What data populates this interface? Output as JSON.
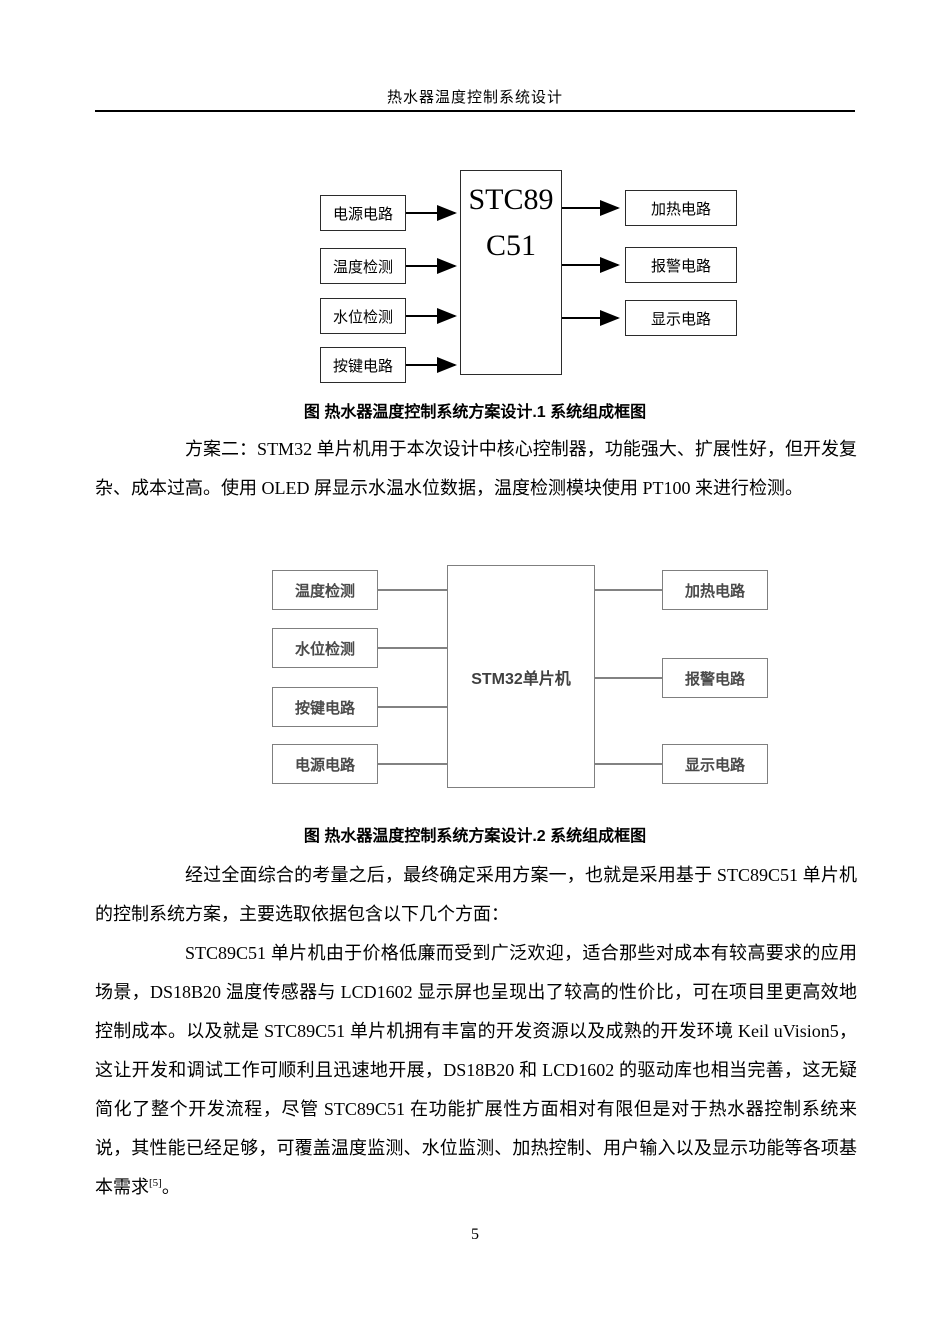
{
  "page": {
    "header_title": "热水器温度控制系统设计",
    "page_number": "5"
  },
  "diagram1": {
    "left_boxes": [
      "电源电路",
      "温度检测",
      "水位检测",
      "按键电路"
    ],
    "center_lines": [
      "STC89",
      "C51"
    ],
    "right_boxes": [
      "加热电路",
      "报警电路",
      "显示电路"
    ],
    "caption": "图 热水器温度控制系统方案设计.1 系统组成框图"
  },
  "paragraph1": "方案二：STM32 单片机用于本次设计中核心控制器，功能强大、扩展性好，但开发复杂、成本过高。使用 OLED 屏显示水温水位数据，温度检测模块使用 PT100 来进行检测。",
  "diagram2": {
    "left_boxes": [
      "温度检测",
      "水位检测",
      "按键电路",
      "电源电路"
    ],
    "center_label": "STM32单片机",
    "right_boxes": [
      "加热电路",
      "报警电路",
      "显示电路"
    ],
    "caption": "图 热水器温度控制系统方案设计.2 系统组成框图"
  },
  "paragraph2": "经过全面综合的考量之后，最终确定采用方案一，也就是采用基于 STC89C51 单片机的控制系统方案，主要选取依据包含以下几个方面：",
  "paragraph3": "STC89C51 单片机由于价格低廉而受到广泛欢迎，适合那些对成本有较高要求的应用场景，DS18B20 温度传感器与 LCD1602 显示屏也呈现出了较高的性价比，可在项目里更高效地控制成本。以及就是 STC89C51 单片机拥有丰富的开发资源以及成熟的开发环境 Keil uVision5，这让开发和调试工作可顺利且迅速地开展，DS18B20 和 LCD1602 的驱动库也相当完善，这无疑简化了整个开发流程，尽管 STC89C51 在功能扩展性方面相对有限但是对于热水器控制系统来说，其性能已经足够，可覆盖温度监测、水位监测、加热控制、用户输入以及显示功能等各项基本需求",
  "paragraph3_ref": "[5]",
  "paragraph3_end": "。"
}
